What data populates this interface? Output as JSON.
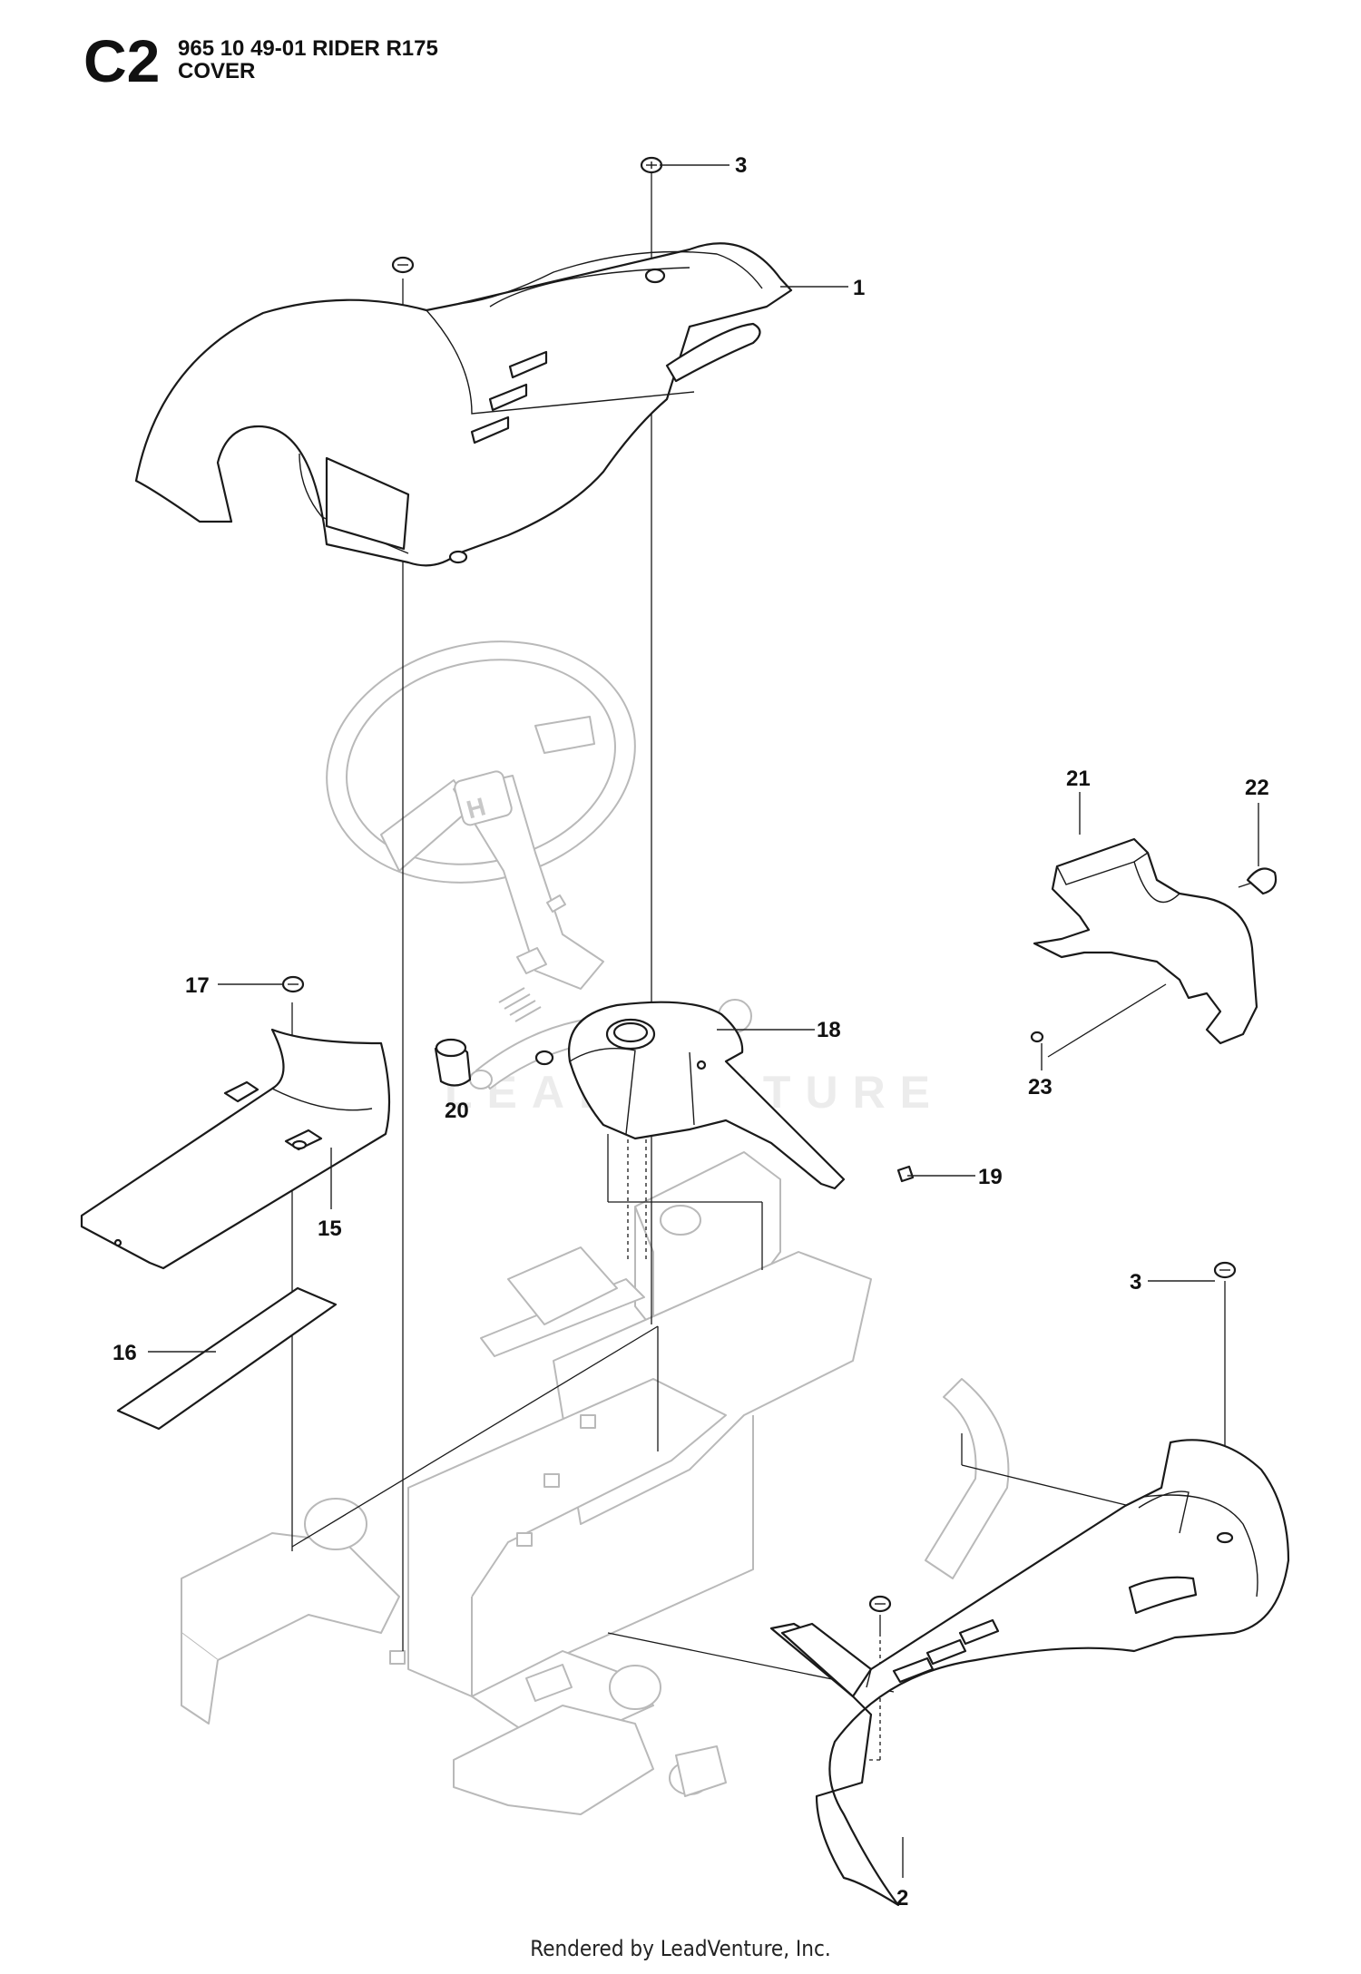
{
  "header": {
    "sheet_code": "C2",
    "model_line": "965 10 49-01 RIDER R175",
    "section_name": "COVER"
  },
  "watermark": "LEADVENTURE",
  "callouts": {
    "c1": "1",
    "c2": "2",
    "c3_top": "3",
    "c3_right": "3",
    "c15": "15",
    "c16": "16",
    "c17": "17",
    "c18": "18",
    "c19": "19",
    "c20": "20",
    "c21": "21",
    "c22": "22",
    "c23": "23"
  },
  "footer": {
    "credit": "Rendered by LeadVenture, Inc."
  }
}
